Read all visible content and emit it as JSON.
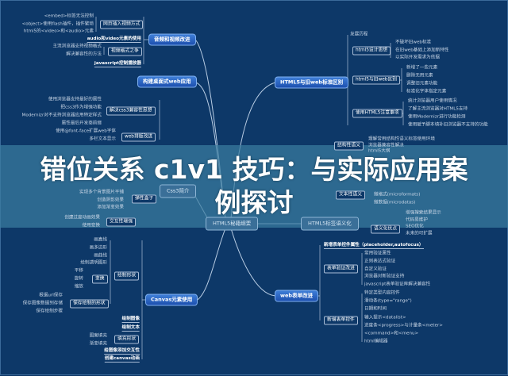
{
  "title": "错位关系 c1v1 技巧：与实际应用案例探讨",
  "center": "HTML5秘籍纲要",
  "branches": {
    "av": {
      "label": "音频和视频改进",
      "embed_box": "网页插入视频方式",
      "embed_items": [
        "<embed>标签无法控制",
        "<object>使用flash插件，插件繁琐",
        "html5的<video>和<audio>元素"
      ],
      "use": "audio和video元素的使用",
      "format_box": "视频格式之争",
      "format_items": [
        "主流浏览器支持视频格式",
        "解决兼容性的方法"
      ],
      "js": "javascript控制播放器"
    },
    "desktop": {
      "label": "构建桌面式web应用"
    },
    "css3": {
      "label": "Css3简介",
      "compat_box": "解决css3兼容性思想",
      "compat_items": [
        "使用浏览器支持最好的属性",
        "把css3作为增强功能",
        "Modernizr对不支持浏览器应用特定样式",
        "属性最后开发商前缀"
      ],
      "type_box": "web排版改进",
      "type_items": [
        "使用@font-face扩展web字体",
        "多栏文本显示"
      ],
      "flex_box": "弹性盒子",
      "flex_items": [
        "实现多个背景图片平铺",
        "创造阴影效果",
        "添加渐变效果"
      ],
      "inter_box": "交互性增强",
      "inter_items": [
        "创建过度动画效果",
        "使用变换"
      ]
    },
    "diff": {
      "label": "HTML5与旧web标准区别",
      "history": "发展历程",
      "design_box": "html5设计思想",
      "design_items": [
        "不破坏旧web标准",
        "在旧web基础上添加新特性",
        "以实际开发需求为依据"
      ],
      "diff_box": "html5与旧web区别",
      "diff_items": [
        "新增了一些元素",
        "删除无用元素",
        "调整旧元素功能",
        "标准化字体指定元素"
      ],
      "note_box": "使用HTML5注意事项",
      "note_items": [
        "统计浏览器用户使用情况",
        "了解主流浏览器对HTML5支持",
        "使用Modernizr进行功能检测",
        "使用赋予脚本填补旧浏览器不支持的功能"
      ]
    },
    "semantic": {
      "label": "HTML5标签语义化",
      "struct_box": "结构性语义",
      "struct_items": [
        "理解常用结构性语义标签使用环境",
        "浏览器兼容性解决",
        "html5大纲"
      ],
      "text_box": "文本性语义",
      "text_items": [
        "微格式(microformats)",
        "微数据(microdatas)"
      ],
      "adv_box": "语义化优点",
      "adv_items": [
        "增强搜索结果显示",
        "代码易维护",
        "SEO优化",
        "未来的可扩展"
      ]
    },
    "canvas": {
      "label": "Canvas元素使用",
      "shape_box": "绘制形状",
      "shape_items": [
        "画直线",
        "画多边形",
        "画曲线",
        "绘制透明图形"
      ],
      "trans_box": "变换",
      "trans_items": [
        "平移",
        "旋转",
        "缩放"
      ],
      "save_box": "保存绘制的形状",
      "save_items": [
        "根据url保存",
        "保存图像数据到存储",
        "保存绘制步骤"
      ],
      "image": "绘制图像",
      "text": "绘制文本",
      "fill_box": "填充形状",
      "fill_items": [
        "图案填充",
        "渐变填充"
      ],
      "interact": "给图像添加交互性",
      "anim": "创建canvas动画"
    },
    "form": {
      "label": "web表单改进",
      "attr": "新增表单控件属性（placeholder,autofocus）",
      "valid_box": "表单验证改进",
      "valid_items": [
        "常用验证属性",
        "正则表达式验证",
        "自定义验证",
        "浏览器对新验证支持",
        "javascript表单验证库解决兼容性"
      ],
      "ctrl_box": "新增表单控件",
      "ctrl_items": [
        "特定类型内容控件",
        "滑动条(type=\"range\")",
        "日期和时间",
        "输入提示<datalist>",
        "进度条<progress>与计量条<meter>",
        "<command>和<menu>",
        "html编辑器"
      ]
    }
  },
  "colors": {
    "background": "#0d3868",
    "node": "#2a63c4",
    "overlay": "#3a7da0"
  }
}
